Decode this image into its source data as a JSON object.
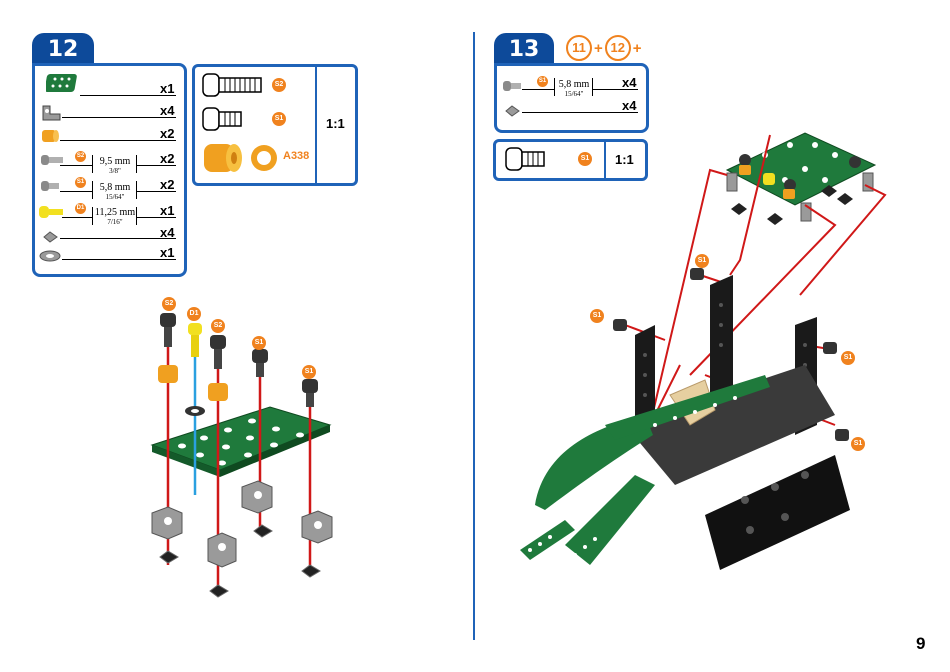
{
  "page_number": "9",
  "step12": {
    "number": "12",
    "parts": [
      {
        "qty": "x1",
        "icon": "green-plate-icon"
      },
      {
        "qty": "x4",
        "icon": "angle-bracket-icon"
      },
      {
        "qty": "x2",
        "icon": "spacer-icon"
      },
      {
        "qty": "x2",
        "icon": "screw-icon",
        "code": "S2",
        "size": "9,5 mm",
        "size_inch": "3/8\""
      },
      {
        "qty": "x2",
        "icon": "screw-icon",
        "code": "S1",
        "size": "5,8 mm",
        "size_inch": "15/64\""
      },
      {
        "qty": "x1",
        "icon": "yellow-screw-icon",
        "code": "D1",
        "size": "11,25 mm",
        "size_inch": "7/16\""
      },
      {
        "qty": "x4",
        "icon": "nut-icon"
      },
      {
        "qty": "x1",
        "icon": "washer-icon"
      }
    ],
    "scale_box": {
      "items": [
        {
          "code": "S2",
          "icon": "long-screw-icon"
        },
        {
          "code": "S1",
          "icon": "short-screw-icon"
        },
        {
          "code": "A338",
          "icon": "spacer-ring-icon"
        }
      ],
      "ratio": "1:1"
    },
    "callouts": [
      "S2",
      "D1",
      "S2",
      "S1",
      "S1"
    ]
  },
  "step13": {
    "number": "13",
    "refs": [
      "11",
      "+",
      "12",
      "+"
    ],
    "parts": [
      {
        "qty": "x4",
        "icon": "screw-icon",
        "code": "S1",
        "size": "5,8 mm",
        "size_inch": "15/64\""
      },
      {
        "qty": "x4",
        "icon": "nut-icon"
      }
    ],
    "scale_box": {
      "code": "S1",
      "ratio": "1:1"
    },
    "callouts": [
      "S1",
      "S1",
      "S1",
      "S1"
    ]
  },
  "colors": {
    "accent_blue": "#0d4a9a",
    "border_blue": "#1f63b8",
    "badge_orange": "#f0821e",
    "plate_green": "#1f7a3c",
    "rod_red": "#d01818"
  }
}
